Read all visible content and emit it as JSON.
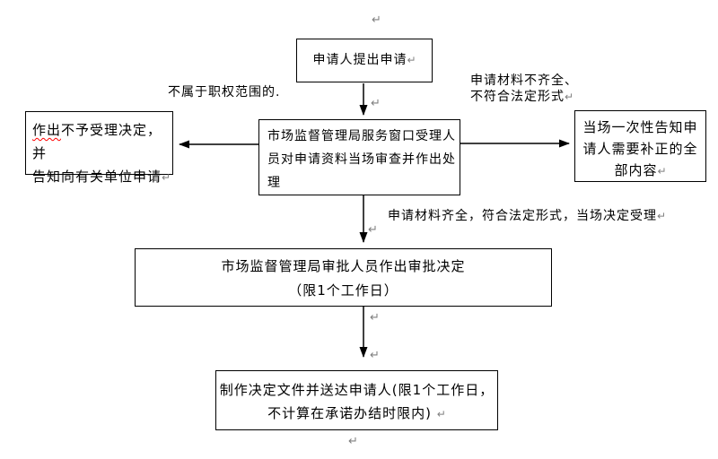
{
  "page": {
    "background": "#ffffff"
  },
  "flowchart": {
    "pilcrow": "↵",
    "colors": {
      "box_border": "#000000",
      "arrow": "#000000",
      "text": "#000000",
      "pilcrow_gray": "#808080",
      "spellcheck_underline": "#ff0000",
      "background": "#ffffff"
    },
    "nodes": {
      "start": {
        "text": "申请人提出申请"
      },
      "window_review": {
        "lines": [
          "市场监督管理局服务窗口受理人",
          "员对申请资料当场审查并作出处",
          "理"
        ]
      },
      "reject": {
        "underlined": "作出",
        "line1_rest": "不予受理决定，并",
        "line2": "告知向有关单位申请"
      },
      "notify_corrections": {
        "lines": [
          "当场一次性告知申",
          "请人需要补正的全",
          "部内容"
        ]
      },
      "approval_decision": {
        "lines": [
          "市场监督管理局审批人员作出审批决定",
          "（限1个工作日）"
        ]
      },
      "deliver_document": {
        "lines": [
          "制作决定文件并送达申请人(限1个工作日，",
          "不计算在承诺办结时限内)"
        ]
      }
    },
    "labels": {
      "out_of_scope": "不属于职权范围的.",
      "materials_incomplete": {
        "lines": [
          "申请材料不齐全、",
          "不符合法定形式"
        ]
      },
      "materials_complete": "申请材料齐全，符合法定形式，当场决定受理"
    }
  }
}
